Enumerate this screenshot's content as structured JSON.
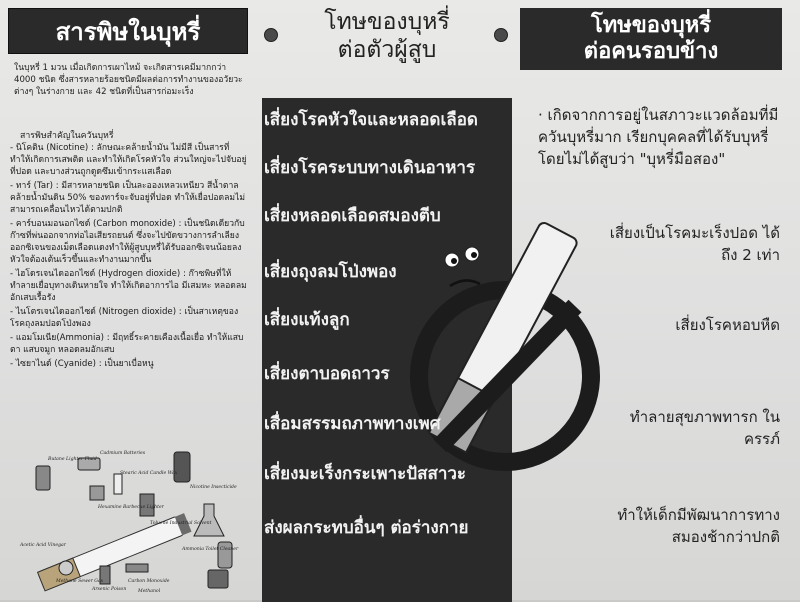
{
  "left": {
    "title": "สารพิษในบุหรี่",
    "intro": "ในบุหรี่ 1 มวน เมื่อเกิดการเผาไหม้ จะเกิดสารเคมีมากกว่า 4000 ชนิด ซึ่งสารหลายร้อยชนิดมีผลต่อการทำงานของอวัยวะต่างๆ ในร่างกาย และ 42 ชนิดที่เป็นสารก่อมะเร็ง",
    "subheading": "สารพิษสำคัญในควันบุหรี่",
    "items": [
      "- นิโคติน (Nicotine) : ลักษณะคล้ายน้ำมัน ไม่มีสี เป็นสารที่ทำให้เกิดการเสพติด และทำให้เกิดโรคหัวใจ ส่วนใหญ่จะไปจับอยู่ที่ปอด และบางส่วนถูกดูดซึมเข้ากระแสเลือด",
      "- ทาร์ (Tar) : มีสารหลายชนิด เป็นละอองเหลวเหนียว สีน้ำตาลคล้ายน้ำมันดิน 50% ของทาร์จะจับอยู่ที่ปอด ทำให้เยื่อปอดลมไม่สามารถเคลื่อนไหวได้ตามปกติ",
      "- คาร์บอนมอนอกไซด์ (Carbon monoxide) : เป็นชนิดเดียวกับก๊าซที่พ่นออกจากท่อไอเสียรถยนต์ ซึ่งจะไปขัดขวางการลำเลียงออกซิเจนของเม็ดเลือดแดงทำให้ผู้สูบบุหรี่ได้รับออกซิเจนน้อยลง หัวใจต้องเต้นเร็วขึ้นและทำงานมากขึ้น",
      "- ไฮโดรเจนไดออกไซด์ (Hydrogen dioxide) : ก๊าซพิษที่ให้ทำลายเยื่อบุทางเดินหายใจ ทำให้เกิดอาการไอ มีเสมหะ หลอดลมอักเสบเรื้อรัง",
      "- ไนโตรเจนไดออกไซด์ (Nitrogen dioxide) : เป็นสาเหตุของโรคถุงลมปอดโป่งพอง",
      "- แอมโมเนีย(Ammonia) : มีฤทธิ์ระคายเคืองเนื้อเยื่อ ทำให้แสบตา แสบจมูก หลอดลมอักเสบ",
      "- ไซยาไนด์ (Cyanide) : เป็นยาเบื่อหนู"
    ],
    "labels": [
      "Butane Lighter Fluid",
      "Cadmium Batteries",
      "Stearic Acid Candle Wax",
      "Nicotine Insecticide",
      "Hexamine Barbecue Lighter",
      "Toluene Industrial Solvent",
      "Acetic Acid Vinegar",
      "Ammonia Toilet Cleaner",
      "Methane Sewer Gas",
      "Arsenic Poison",
      "Carbon Monoxide",
      "Methanol"
    ]
  },
  "middle": {
    "title_line1": "โทษของบุหรี่",
    "title_line2": "ต่อตัวผู้สูบ",
    "risks": [
      "เสี่ยงโรคหัวใจและหลอดเลือด",
      "เสี่ยงโรคระบบทางเดินอาหาร",
      "เสี่ยงหลอดเลือดสมองตีบ",
      "เสี่ยงถุงลมโป่งพอง",
      "เสี่ยงแท้งลูก",
      "เสี่ยงตาบอดถาวร",
      "เสื่อมสรรมถภาพทางเพศ",
      "เสี่ยงมะเร็งกระเพาะปัสสาวะ",
      "ส่งผลกระทบอื่นๆ ต่อร่างกาย"
    ]
  },
  "right": {
    "title_line1": "โทษของบุหรี่",
    "title_line2": "ต่อคนรอบข้าง",
    "intro": "· เกิดจากการอยู่ในสภาวะแวดล้อมที่มีควันบุหรี่มาก เรียกบุคคลที่ได้รับบุหรี่โดยไม่ได้สูบว่า \"บุหรี่มือสอง\"",
    "item1": "เสี่ยงเป็นโรคมะเร็งปอด ได้ถึง 2 เท่า",
    "item2": "เสี่ยงโรคหอบหืด",
    "item3": "ทำลายสุขภาพทารก ในครรภ์",
    "item4": "ทำให้เด็กมีพัฒนาการทาง สมองช้ากว่าปกติ"
  },
  "colors": {
    "panel": "#2a2a2a",
    "paper": "#e3e3e1",
    "text": "#222222"
  }
}
